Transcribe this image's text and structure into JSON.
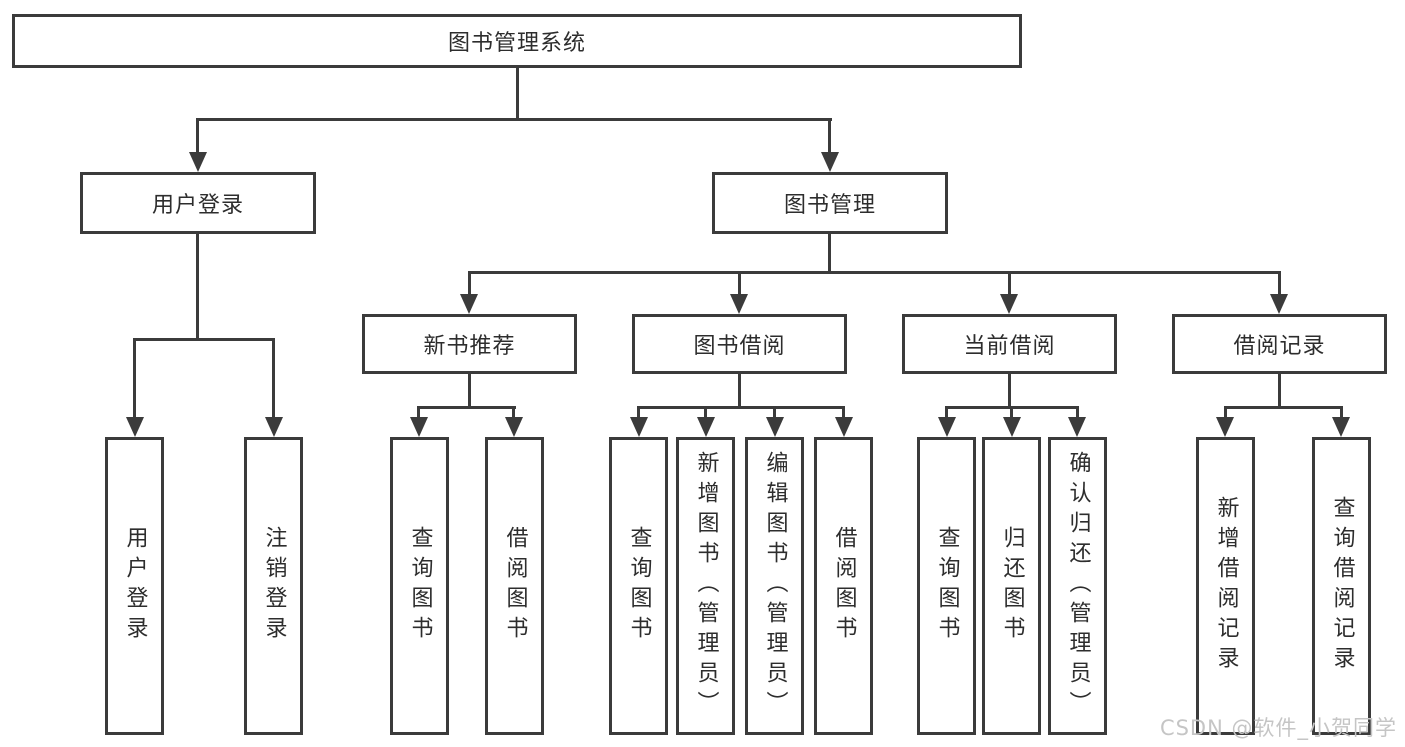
{
  "diagram_type": "hierarchy-tree",
  "tree": {
    "label": "图书管理系统",
    "children": [
      {
        "label": "用户登录",
        "children": [
          {
            "label": "用户登录"
          },
          {
            "label": "注销登录"
          }
        ]
      },
      {
        "label": "图书管理",
        "children": [
          {
            "label": "新书推荐",
            "children": [
              {
                "label": "查询图书"
              },
              {
                "label": "借阅图书"
              }
            ]
          },
          {
            "label": "图书借阅",
            "children": [
              {
                "label": "查询图书"
              },
              {
                "label": "新增图书（管理员）"
              },
              {
                "label": "编辑图书（管理员）"
              },
              {
                "label": "借阅图书"
              }
            ]
          },
          {
            "label": "当前借阅",
            "children": [
              {
                "label": "查询图书"
              },
              {
                "label": "归还图书"
              },
              {
                "label": "确认归还（管理员）"
              }
            ]
          },
          {
            "label": "借阅记录",
            "children": [
              {
                "label": "新增借阅记录"
              },
              {
                "label": "查询借阅记录"
              }
            ]
          }
        ]
      }
    ]
  },
  "watermark": {
    "text": "CSDN @软件_小贺同学"
  },
  "colors": {
    "line": "#3b3b3b",
    "text": "#2d2d2d",
    "watermark": "#c5c5c5",
    "background": "#ffffff"
  }
}
